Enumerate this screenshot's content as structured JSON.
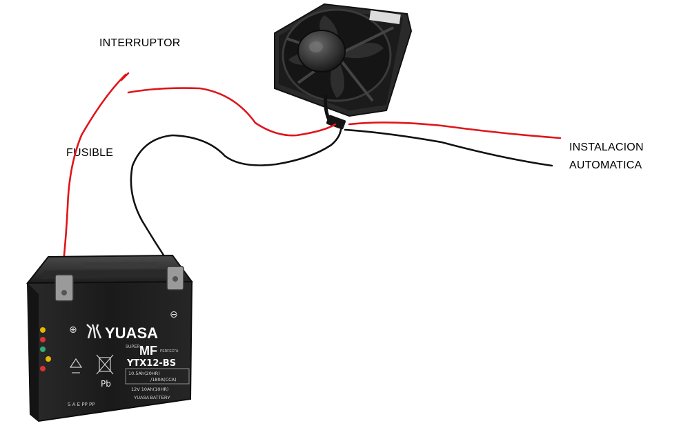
{
  "labels": {
    "interruptor": "INTERRUPTOR",
    "fusible": "FUSIBLE",
    "instalacion_line1": "INSTALACION",
    "instalacion_line2": "AUTOMATICA"
  },
  "battery": {
    "brand": "YUASA",
    "series_small": "SUPER",
    "series": "MF",
    "series_suffix": "PERFECTA",
    "model": "YTX12-BS",
    "spec_line1": "10.5Ah(20HR)",
    "spec_line2": "/180A(CCA)",
    "spec_line3": "12V   10Ah(10HR)",
    "footer": "YUASA BATTERY",
    "bottom_marks": "S A E PP PP",
    "lead_symbol": "Pb",
    "minus_symbol": "⊖",
    "plus_symbol": "⊕"
  },
  "colors": {
    "positive_wire": "#e0151b",
    "negative_wire": "#111111",
    "battery_body": "#1c1c1c",
    "fan_body": "#222222",
    "background": "#ffffff"
  }
}
